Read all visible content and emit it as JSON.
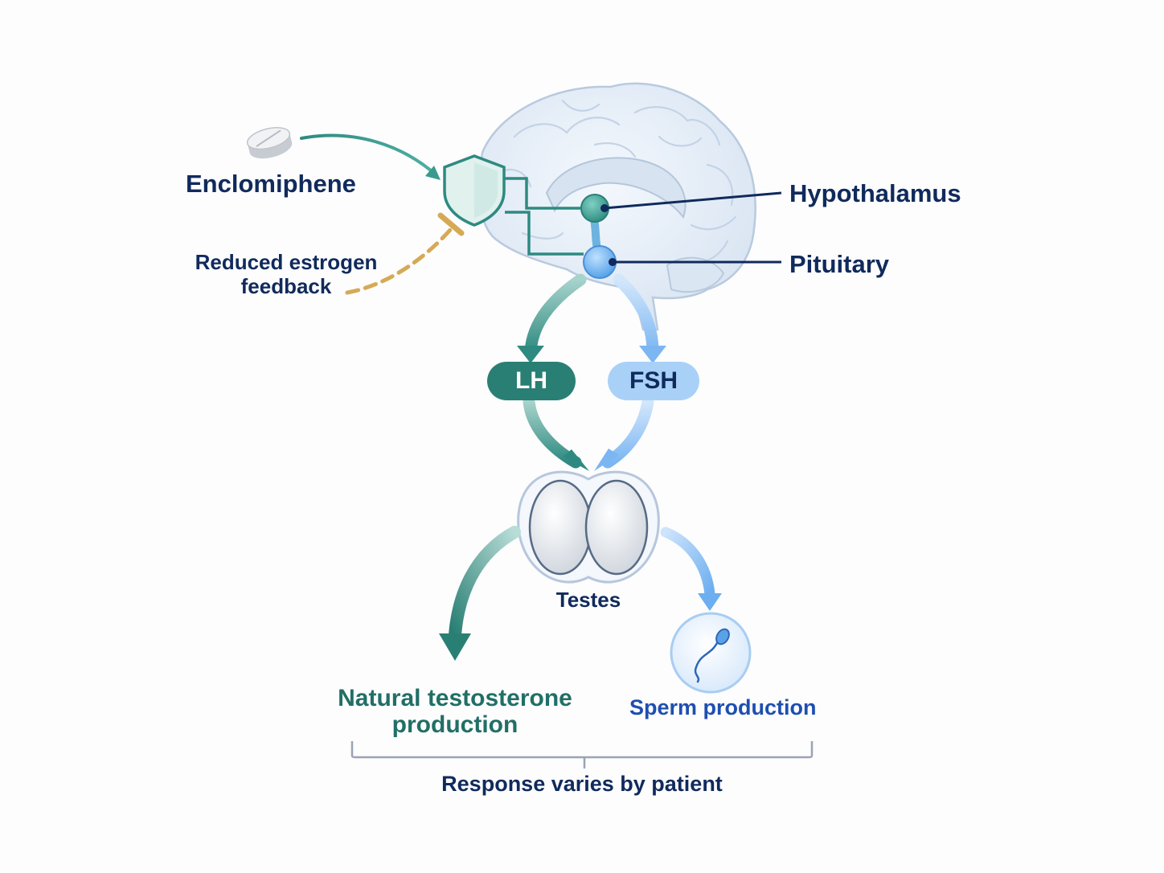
{
  "labels": {
    "drug": "Enclomiphene",
    "feedback": "Reduced estrogen feedback",
    "hypothalamus": "Hypothalamus",
    "pituitary": "Pituitary",
    "lh": "LH",
    "fsh": "FSH",
    "testes": "Testes",
    "testosterone": "Natural testosterone production",
    "sperm": "Sperm production",
    "response": "Response varies by patient"
  },
  "colors": {
    "navy": "#102a5c",
    "teal": "#2e8a80",
    "teal_dark": "#216f66",
    "light_blue": "#8fc3f5",
    "sperm_blue": "#1e4fb0",
    "feedback_gold": "#d6aa55",
    "brain_fill": "#e6eef8"
  },
  "icons": {
    "drug": "pill-icon",
    "block": "shield-icon",
    "organ": "brain-icon",
    "gonads": "testes-icon",
    "cell": "sperm-icon"
  }
}
